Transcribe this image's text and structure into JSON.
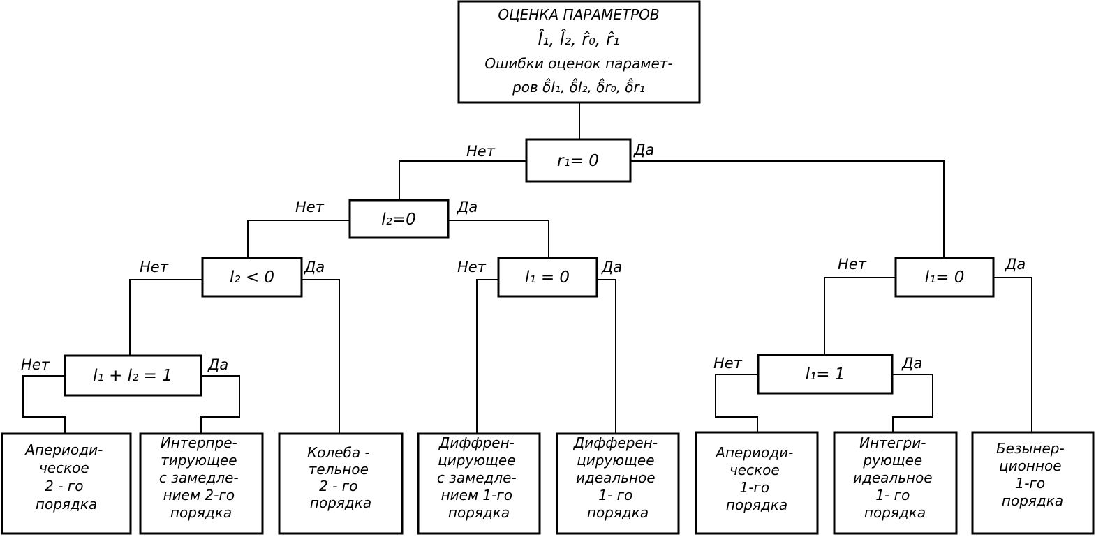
{
  "top": {
    "line1": "ОЦЕНКА ПАРАМЕТРОВ",
    "line2": "l̂₁, l̂₂, r̂₀, r̂₁",
    "line3": "Ошибки оценок парамет-",
    "line4": "ров δ̂l₁, δ̂l₂, δ̂r₀, δ̂r₁"
  },
  "branch_no": "Нет",
  "branch_yes": "Да",
  "decisions": {
    "d1": "r₁= 0",
    "d2": "l₂=0",
    "d3": "l₂ < 0",
    "d4": "l₁ = 0",
    "d5": "l₁= 0",
    "d6": "l₁ + l₂ = 1",
    "d7": "l₁= 1"
  },
  "leaves": {
    "leaf1": [
      "Апериоди-",
      "ческое",
      "2 - го",
      "порядка"
    ],
    "leaf2": [
      "Интерпре-",
      "тирующее",
      "с замедле-",
      "нием 2-го",
      "порядка"
    ],
    "leaf3": [
      "Колеба -",
      "тельное",
      "2 - го",
      "порядка"
    ],
    "leaf4": [
      "Диффрен-",
      "цирующее",
      "с замедле-",
      "нием 1-го",
      "порядка"
    ],
    "leaf5": [
      "Дифферен-",
      "цирующее",
      "идеальное",
      "1- го",
      "порядка"
    ],
    "leaf6": [
      "Апериоди-",
      "ческое",
      "1-го",
      "порядка"
    ],
    "leaf7": [
      "Интегри-",
      "рующее",
      "идеальное",
      "1- го",
      "порядка"
    ],
    "leaf8": [
      "Безынер-",
      "ционное",
      "1-го",
      "порядка"
    ]
  }
}
